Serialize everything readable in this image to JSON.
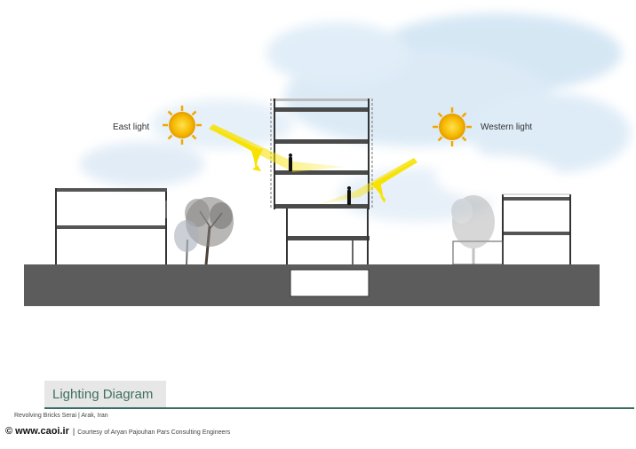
{
  "labels": {
    "east_light": "East light",
    "western_light": "Western light"
  },
  "footer": {
    "title": "Lighting Diagram",
    "project": "Revolving Bricks Serai  |  Arak, Iran",
    "website": "© www.caoi.ir",
    "separator": "|",
    "courtesy": "Courtesy of Aryan Pajouhan Pars Consulting Engineers"
  },
  "colors": {
    "ground": "#5c5c5c",
    "sun_core": "#f5b800",
    "light_beam": "#f7e200",
    "sky": "#cfe3f3",
    "accent_rule": "#3b6c62",
    "title_text": "#3f6f5f"
  },
  "icons": [
    "sun-icon-east",
    "sun-icon-west",
    "person-figure",
    "tree"
  ]
}
